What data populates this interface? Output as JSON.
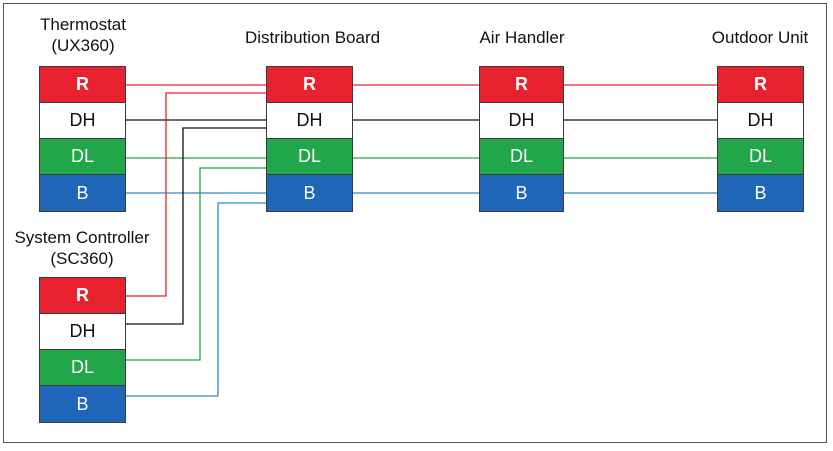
{
  "devices": {
    "thermostat": {
      "title_line1": "Thermostat",
      "title_line2": "(UX360)"
    },
    "distribution": {
      "title": "Distribution Board"
    },
    "air_handler": {
      "title": "Air Handler"
    },
    "outdoor": {
      "title": "Outdoor Unit"
    },
    "controller": {
      "title_line1": "System Controller",
      "title_line2": "(SC360)"
    }
  },
  "terminals": [
    "R",
    "DH",
    "DL",
    "B"
  ],
  "colors": {
    "r": "#e8212e",
    "dh": "#ffffff",
    "dl": "#21a74a",
    "b": "#1f66b8",
    "wire_r": "#e8212e",
    "wire_dh": "#111111",
    "wire_dl": "#21a74a",
    "wire_b": "#2b8cc4"
  }
}
